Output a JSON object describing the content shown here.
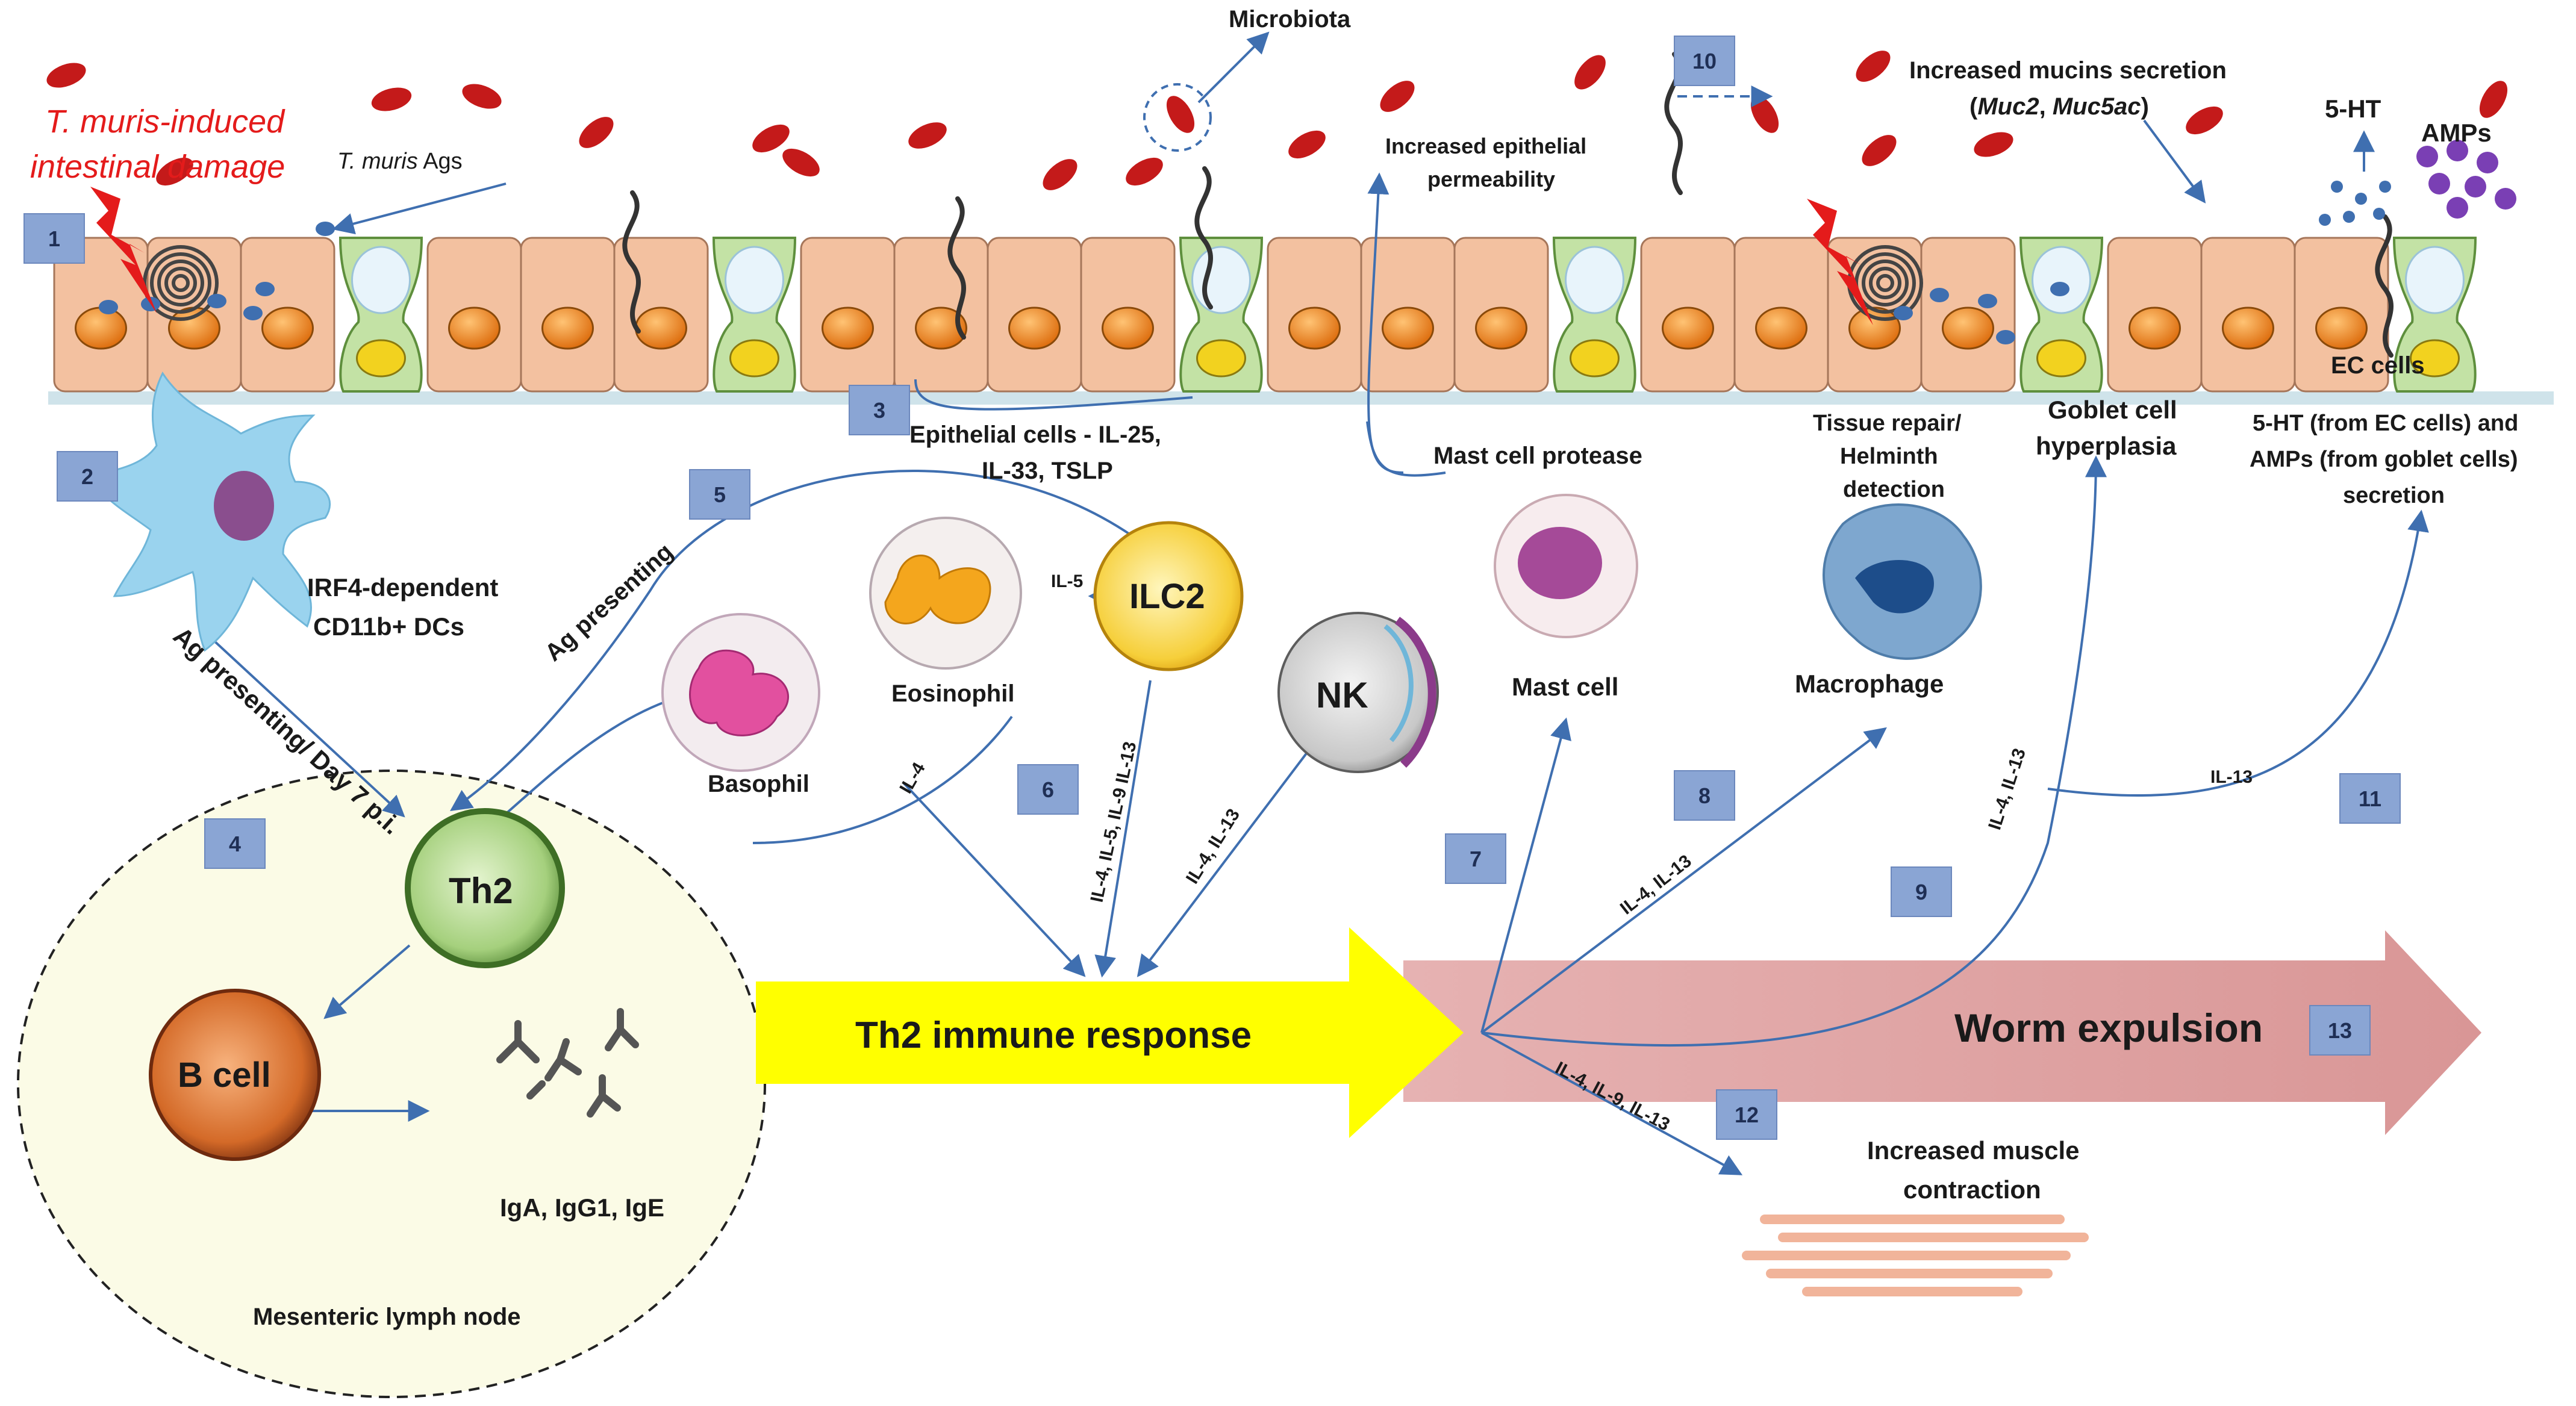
{
  "title": {
    "line1": "T. muris-induced",
    "line2": "intestinal damage"
  },
  "labels": {
    "tmuris_ags_italic": "T. muris",
    "tmuris_ags_rest": "Ags",
    "microbiota": "Microbiota",
    "epi_perm_1": "Increased epithelial",
    "epi_perm_2": "permeability",
    "mucins_1": "Increased mucins  secretion",
    "mucins_2_a": "(",
    "mucins_2_b": "Muc2",
    "mucins_2_c": ", ",
    "mucins_2_d": "Muc5ac",
    "mucins_2_e": ")",
    "five_ht": "5-HT",
    "amps": "AMPs",
    "ec_cells": "EC cells",
    "epithelial_1": "Epithelial   cells  - IL-25,",
    "epithelial_2": "IL-33, TSLP",
    "mast_protease": "Mast cell  protease",
    "tissue_repair_1": "Tissue repair/",
    "tissue_repair_2": "Helminth",
    "tissue_repair_3": "detection",
    "goblet_1": "Goblet  cell",
    "goblet_2": "hyperplasia",
    "secretion_1": "5-HT (from EC cells) and",
    "secretion_2": "AMPs (from goblet cells)",
    "secretion_3": "secretion",
    "dc_1": "IRF4-dependent",
    "dc_2": "CD11b+  DCs",
    "ag_presenting_left": "Ag presenting/  Day 7 p.i.",
    "ag_presenting_5": "Ag presenting",
    "ilc2": "ILC2",
    "nk": "NK",
    "th2": "Th2",
    "b_cell": "B cell",
    "eosinophil": "Eosinophil",
    "basophil": "Basophil",
    "mast_cell": "Mast cell",
    "macrophage": "Macrophage",
    "antibodies": "IgA, IgG1, IgE",
    "mln": "Mesenteric lymph node",
    "th2_response": "Th2 immune response",
    "worm_expulsion": "Worm expulsion",
    "muscle_1": "Increased muscle",
    "muscle_2": "contraction"
  },
  "cytokines": {
    "il5": "IL-5",
    "il4": "IL-4",
    "ilc2_down": "IL-4, IL-5, IL-9 IL-13",
    "nk_down": "IL-4, IL-13",
    "to_mast": "IL-4, IL-13",
    "to_goblet": "IL-4, IL-13",
    "to_ec": "IL-13",
    "to_muscle": "IL-4, IL-9, IL-13"
  },
  "steps": [
    "1",
    "2",
    "3",
    "4",
    "5",
    "6",
    "7",
    "8",
    "9",
    "10",
    "11",
    "12",
    "13"
  ],
  "colors": {
    "title_red": "#e41b1b",
    "bacteria": "#c41a1a",
    "step_box": "#8aa5d4",
    "th2_arrow": "#ffff00",
    "expulsion_arrow": "#dca0a0",
    "enterocyte": "#f3c1a0",
    "goblet": "#c3e2a5",
    "nucleus": "#f08a1e",
    "mln_fill": "#fbfbe6",
    "dc": "#9ad3ee",
    "arrow": "#3f6fb0"
  }
}
